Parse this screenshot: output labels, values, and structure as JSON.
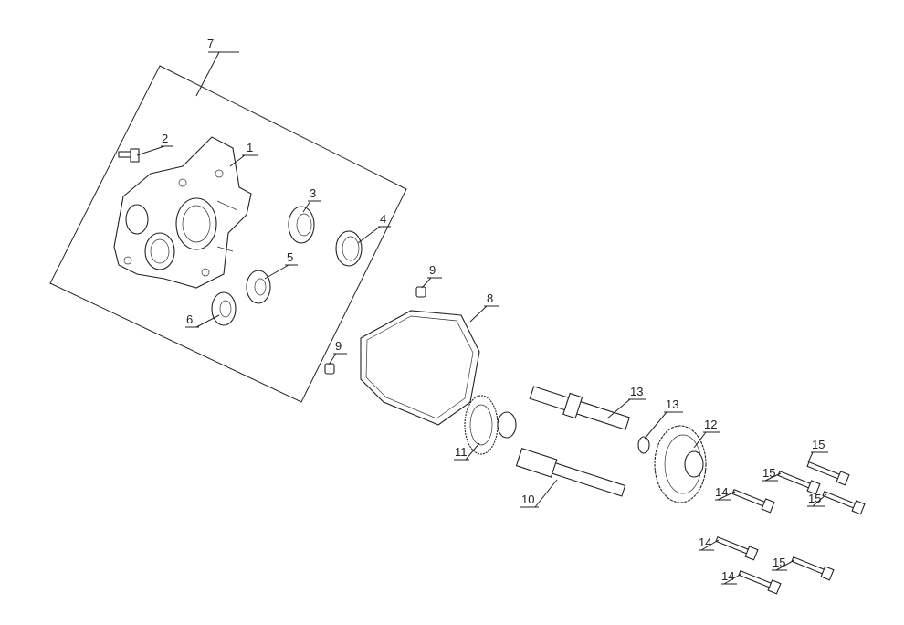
{
  "diagram": {
    "title": "Transmission case exploded view",
    "callouts": [
      {
        "id": "c7",
        "text": "7"
      },
      {
        "id": "c2",
        "text": "2"
      },
      {
        "id": "c1",
        "text": "1"
      },
      {
        "id": "c3",
        "text": "3"
      },
      {
        "id": "c4",
        "text": "4"
      },
      {
        "id": "c5",
        "text": "5"
      },
      {
        "id": "c6",
        "text": "6"
      },
      {
        "id": "c9a",
        "text": "9"
      },
      {
        "id": "c8",
        "text": "8"
      },
      {
        "id": "c9b",
        "text": "9"
      },
      {
        "id": "c13a",
        "text": "13"
      },
      {
        "id": "c13b",
        "text": "13"
      },
      {
        "id": "c11",
        "text": "11"
      },
      {
        "id": "c12",
        "text": "12"
      },
      {
        "id": "c10",
        "text": "10"
      },
      {
        "id": "c15a",
        "text": "15"
      },
      {
        "id": "c15b",
        "text": "15"
      },
      {
        "id": "c14a",
        "text": "14"
      },
      {
        "id": "c15c",
        "text": "15"
      },
      {
        "id": "c14b",
        "text": "14"
      },
      {
        "id": "c15d",
        "text": "15"
      },
      {
        "id": "c14c",
        "text": "14"
      }
    ]
  }
}
